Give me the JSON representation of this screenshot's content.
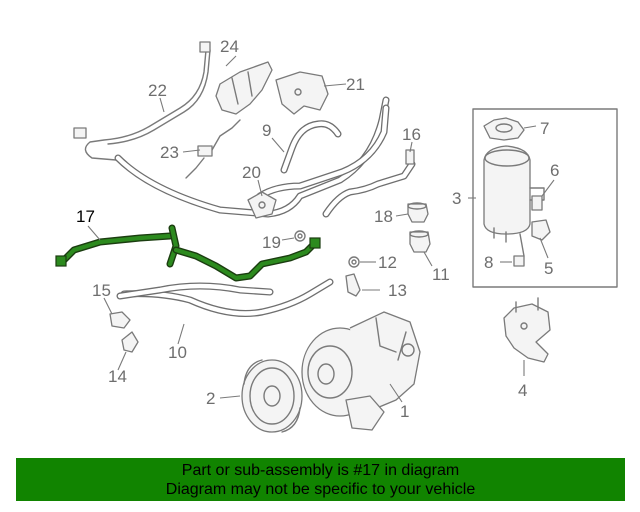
{
  "diagram": {
    "callouts": [
      {
        "id": "1",
        "label": "1"
      },
      {
        "id": "2",
        "label": "2"
      },
      {
        "id": "3",
        "label": "3"
      },
      {
        "id": "4",
        "label": "4"
      },
      {
        "id": "5",
        "label": "5"
      },
      {
        "id": "6",
        "label": "6"
      },
      {
        "id": "7",
        "label": "7"
      },
      {
        "id": "8",
        "label": "8"
      },
      {
        "id": "9",
        "label": "9"
      },
      {
        "id": "10",
        "label": "10"
      },
      {
        "id": "11",
        "label": "11"
      },
      {
        "id": "12",
        "label": "12"
      },
      {
        "id": "13",
        "label": "13"
      },
      {
        "id": "14",
        "label": "14"
      },
      {
        "id": "15",
        "label": "15"
      },
      {
        "id": "16",
        "label": "16"
      },
      {
        "id": "17",
        "label": "17"
      },
      {
        "id": "18",
        "label": "18"
      },
      {
        "id": "19",
        "label": "19"
      },
      {
        "id": "20",
        "label": "20"
      },
      {
        "id": "21",
        "label": "21"
      },
      {
        "id": "22",
        "label": "22"
      },
      {
        "id": "23",
        "label": "23"
      },
      {
        "id": "24",
        "label": "24"
      }
    ],
    "highlighted_part": "17",
    "colors": {
      "highlight": "#2c8a1e",
      "banner": "#118400",
      "line": "#7a7a7a"
    }
  },
  "banner": {
    "line1": "Part or sub-assembly is #17 in diagram",
    "line2": "Diagram may not be specific to your vehicle"
  }
}
